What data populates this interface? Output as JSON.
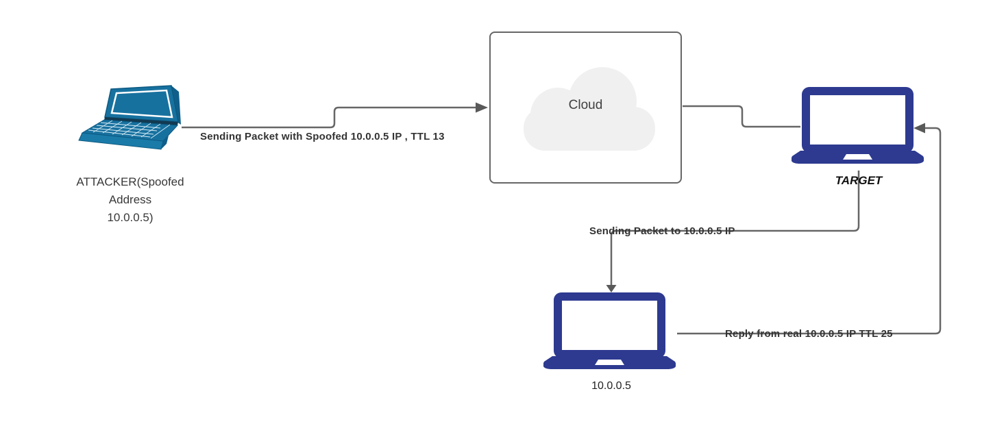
{
  "diagram": {
    "nodes": {
      "attacker": {
        "label_lines": [
          "ATTACKER(Spoofed",
          "Address",
          "10.0.0.5)"
        ],
        "icon": "laptop-3d-icon",
        "color": "#17719f"
      },
      "cloud": {
        "label": "Cloud",
        "fill": "#f0f0f0",
        "border_color": "#666666"
      },
      "target": {
        "label": "TARGET",
        "icon": "laptop-icon",
        "color": "#2d3a90"
      },
      "real_host": {
        "label": "10.0.0.5",
        "icon": "laptop-icon",
        "color": "#2d3a90"
      }
    },
    "edges": [
      {
        "id": "attacker-to-cloud",
        "label": "Sending Packet with Spoofed 10.0.0.5 IP , TTL 13",
        "arrow": "right"
      },
      {
        "id": "cloud-to-target",
        "label": "",
        "arrow": "none"
      },
      {
        "id": "target-to-real-host",
        "label": "Sending Packet to 10.0.0.5 IP",
        "arrow": "down"
      },
      {
        "id": "real-host-to-target",
        "label": "Reply from real 10.0.0.5 IP TTL 25",
        "arrow": "left"
      }
    ],
    "connector_color": "#666666",
    "edge_label_color": "#333333"
  }
}
